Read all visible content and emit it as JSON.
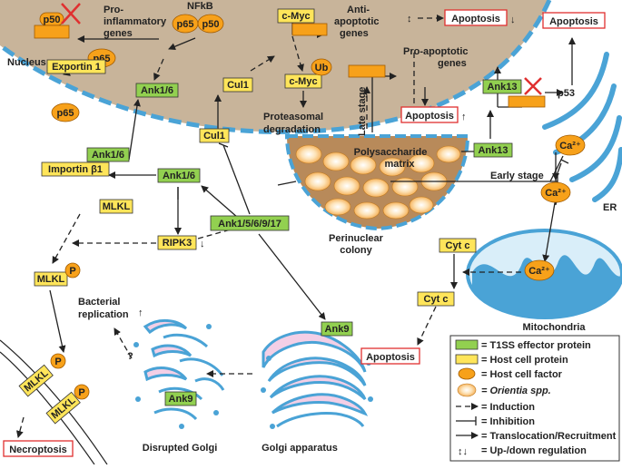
{
  "compartments": {
    "nucleus": "Nucleus",
    "er": "ER",
    "mitochondria": "Mitochondria",
    "perinuclear_colony_1": "Perinuclear",
    "perinuclear_colony_2": "colony",
    "polysaccharide_1": "Polysaccharide",
    "polysaccharide_2": "matrix",
    "golgi_apparatus": "Golgi apparatus",
    "disrupted_golgi": "Disrupted Golgi"
  },
  "effectors": {
    "ank16_nucleus": "Ank1/6",
    "ank16_importin": "Ank1/6",
    "ank16_cyto": "Ank1/6",
    "ank_multi": "Ank1/5/6/9/17",
    "ank13_matrix": "Ank13",
    "ank13_nucleus": "Ank13",
    "ank9_golgi": "Ank9",
    "ank9_disrupted": "Ank9"
  },
  "host_proteins": {
    "exportin": "Exportin 1",
    "importin": "Importin β1",
    "cmyc_1": "c-Myc",
    "cmyc_2": "c-Myc",
    "cul1_nucleus": "Cul1",
    "cul1_cyto": "Cul1",
    "mlkl_1": "MLKL",
    "mlkl_2": "MLKL",
    "mlkl_3": "MLKL",
    "mlkl_4": "MLKL",
    "ripk3": "RIPK3",
    "cytc_1": "Cyt c",
    "cytc_2": "Cyt c"
  },
  "host_factors": {
    "p50_1": "p50",
    "p50_2": "p50",
    "p65_1": "p65",
    "p65_2": "p65",
    "p65_3": "p65",
    "ub": "Ub",
    "ca_1": "Ca²⁺",
    "ca_2": "Ca²⁺",
    "ca_3": "Ca²⁺",
    "p": "P",
    "nfkb": "NFkB",
    "p53": "p53"
  },
  "outcomes": {
    "apoptosis_1": "Apoptosis",
    "apoptosis_2": "Apoptosis",
    "apoptosis_3": "Apoptosis",
    "apoptosis_4": "Apoptosis",
    "necroptosis": "Necroptosis"
  },
  "labels": {
    "pro_inflam_1": "Pro-",
    "pro_inflam_2": "inflammatory",
    "pro_inflam_3": "genes",
    "anti_apop_1": "Anti-",
    "anti_apop_2": "apoptotic",
    "anti_apop_3": "genes",
    "pro_apop_1": "Pro-apoptotic",
    "pro_apop_2": "genes",
    "proteasomal_1": "Proteasomal",
    "proteasomal_2": "degradation",
    "late_stage": "Late stage",
    "early_stage": "Early stage",
    "bacterial_1": "Bacterial",
    "bacterial_2": "replication",
    "question": "?"
  },
  "legend": {
    "effector": "= T1SS effector protein",
    "host_protein": "= Host cell protein",
    "host_factor": "= Host cell factor",
    "orientia": "= Orientia spp.",
    "induction": "= Induction",
    "inhibition": "= Inhibition",
    "translocation": "= Translocation/Recruitment",
    "regulation": "= Up-/down regulation"
  },
  "colors": {
    "nucleus_fill": "#c8b49a",
    "nucleus_border": "#4aa3d6",
    "effector": "#92d050",
    "host_protein": "#ffe55a",
    "host_factor": "#f7a11a",
    "outcome_border": "#e03030",
    "organelle": "#4aa3d6",
    "golgi_fill": "#f3cfe6"
  }
}
